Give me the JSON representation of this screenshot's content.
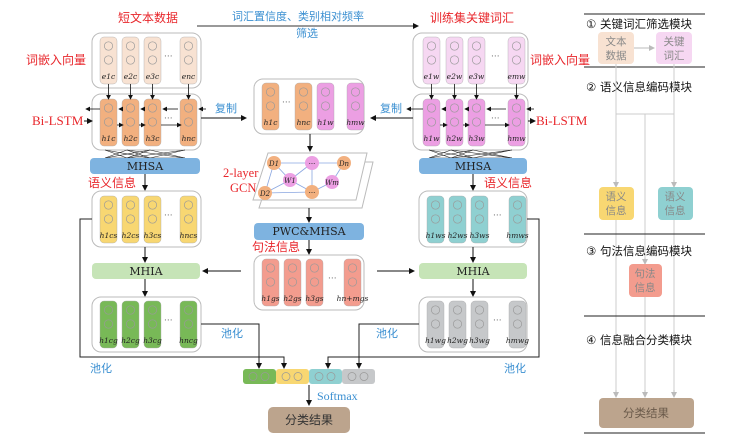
{
  "top": {
    "left_title": "短文本数据",
    "right_title": "训练集关键词汇",
    "filter_line1": "词汇置信度、类别相对频率",
    "filter_line2": "筛选"
  },
  "labels": {
    "embed_left": "词嵌入向量",
    "embed_right": "词嵌入向量",
    "bilstm_left": "Bi-LSTM",
    "bilstm_right": "Bi-LSTM",
    "copy_left": "复制",
    "copy_right": "复制",
    "mhsa_left": "MHSA",
    "mhsa_right": "MHSA",
    "gcn_line1": "2-layer",
    "gcn_line2": "GCN",
    "pwc": "PWC&MHSA",
    "semantic_left": "语义信息",
    "semantic_right": "语义信息",
    "syntax": "句法信息",
    "mhia_left": "MHIA",
    "mhia_right": "MHIA",
    "pool_1": "池化",
    "pool_2": "池化",
    "pool_3": "池化",
    "pool_4": "池化",
    "softmax": "Softmax",
    "result": "分类结果",
    "ellipsis": "···"
  },
  "vectors": {
    "embed_left": [
      "e1c",
      "e2c",
      "e3c",
      "enc"
    ],
    "embed_right": [
      "e1w",
      "e2w",
      "e3w",
      "emw"
    ],
    "lstm_left": [
      "h1c",
      "h2c",
      "h3c",
      "hnc"
    ],
    "lstm_right": [
      "h1w",
      "h2w",
      "h3w",
      "hmw"
    ],
    "concat": [
      "h1c",
      "hnc",
      "h1w",
      "hmw"
    ],
    "sem_left": [
      "h1cs",
      "h2cs",
      "h3cs",
      "hncs"
    ],
    "sem_right": [
      "h1ws",
      "h2ws",
      "h3ws",
      "hmws"
    ],
    "syn": [
      "h1gs",
      "h2gs",
      "h3gs",
      "hn+mgs"
    ],
    "out_left": [
      "h1cg",
      "h2cg",
      "h3cg",
      "hncg"
    ],
    "out_right": [
      "h1wg",
      "h2wg",
      "h3wg",
      "hmwg"
    ]
  },
  "graph_nodes": [
    "D1",
    "···",
    "Dn",
    "W1",
    "Wm",
    "D2",
    "···"
  ],
  "modules": {
    "m1": "① 关键词汇筛选模块",
    "m1_chip_a": [
      "文本",
      "数据"
    ],
    "m1_chip_b": [
      "关键",
      "词汇"
    ],
    "m2": "② 语义信息编码模块",
    "m2_chip_a": [
      "语义",
      "信息"
    ],
    "m2_chip_b": [
      "语义",
      "信息"
    ],
    "m3": "③ 句法信息编码模块",
    "m3_chip": [
      "句法",
      "信息"
    ],
    "m4": "④ 信息融合分类模块",
    "m4_chip": "分类结果"
  },
  "colors": {
    "orange": "#f2b07f",
    "pink": "#ec9fe3",
    "pink_light": "#f6d7f2",
    "orange_light": "#f8e2d2",
    "yellow": "#f8d772",
    "teal": "#8fd0d1",
    "salmon": "#f39c8e",
    "green": "#78b957",
    "gray": "#c6c8ca",
    "blue_bar": "#7eb3e0",
    "green_bar": "#c6e4b7",
    "brown": "#bca48d",
    "red_text": "#e8262b",
    "blue_text": "#3a8fd1"
  }
}
